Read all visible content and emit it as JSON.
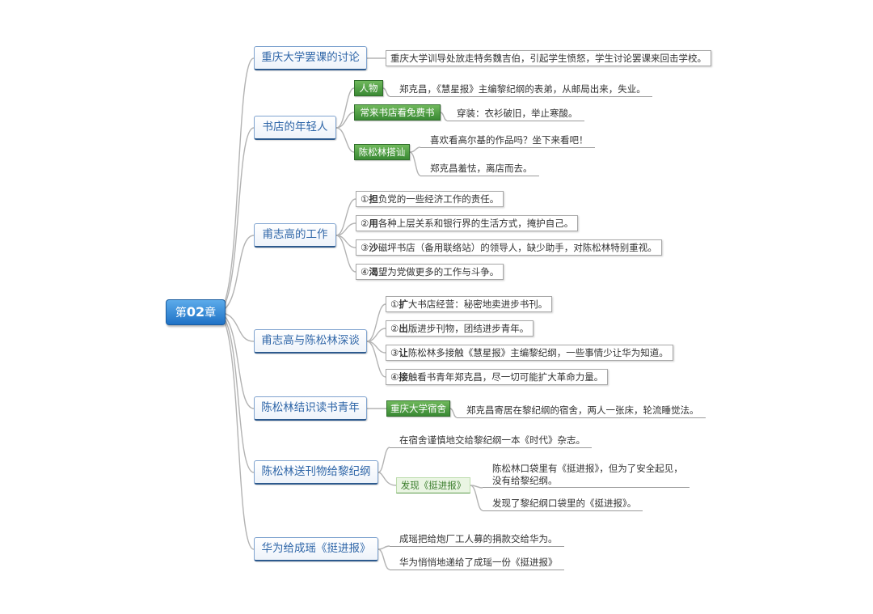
{
  "theme": {
    "root": "#1f72c6",
    "branch_text": "#2f66a8",
    "topic_green": "#3a8a34",
    "connector": "#b3b3b3"
  },
  "root": {
    "prefix": "第",
    "number": "02",
    "suffix": "章"
  },
  "branches": [
    {
      "label": "重庆大学罢课的讨论",
      "notes": [
        "重庆大学训导处放走特务魏吉伯，引起学生愤怒，学生讨论罢课来回击学校。"
      ]
    },
    {
      "label": "书店的年轻人",
      "topics": [
        {
          "label": "人物",
          "details": [
            "郑克昌，《慧星报》主编黎纪纲的表弟，从邮局出来，失业。"
          ]
        },
        {
          "label": "常来书店看免费书",
          "details": [
            "穿装：衣衫破旧，举止寒酸。"
          ]
        },
        {
          "label": "陈松林搭讪",
          "details": [
            "喜欢看高尔基的作品吗？坐下来看吧！",
            "郑克昌羞怯，离店而去。"
          ]
        }
      ]
    },
    {
      "label": "甫志高的工作",
      "items": [
        {
          "marker": "①",
          "lead": "担",
          "rest": "负党的一些经济工作的责任。"
        },
        {
          "marker": "②",
          "lead": "用",
          "rest": "各种上层关系和银行界的生活方式，掩护自己。"
        },
        {
          "marker": "③",
          "lead": "沙",
          "rest": "磁坪书店（备用联络站）的领导人，缺少助手，对陈松林特别重视。"
        },
        {
          "marker": "④",
          "lead": "渴",
          "rest": "望为党做更多的工作与斗争。"
        }
      ]
    },
    {
      "label": "甫志高与陈松林深谈",
      "items": [
        {
          "marker": "①",
          "lead": "扩",
          "rest": "大书店经营：秘密地卖进步书刊。"
        },
        {
          "marker": "②",
          "lead": "出",
          "rest": "版进步刊物，团结进步青年。"
        },
        {
          "marker": "③",
          "lead": "让",
          "rest": "陈松林多接触《慧星报》主编黎纪纲，一些事情少让华为知道。"
        },
        {
          "marker": "④",
          "lead": "接",
          "rest": "触看书青年郑克昌，尽一切可能扩大革命力量。"
        }
      ]
    },
    {
      "label": "陈松林结识读书青年",
      "topics": [
        {
          "label": "重庆大学宿舍",
          "details": [
            "郑克昌寄居在黎纪纲的宿舍，两人一张床，轮流睡觉法。"
          ]
        }
      ]
    },
    {
      "label": "陈松林送刊物给黎纪纲",
      "notes": [
        "在宿舍谨慎地交给黎纪纲一本《时代》杂志。"
      ],
      "topics": [
        {
          "label": "发现《挺进报》",
          "details": [
            {
              "lines": [
                "陈松林口袋里有《挺进报》，但为了安全起见，",
                "没有给黎纪纲。"
              ]
            },
            {
              "lines": [
                "发现了黎纪纲口袋里的《挺进报》。"
              ]
            }
          ]
        }
      ]
    },
    {
      "label": "华为给成瑶《挺进报》",
      "notes": [
        "成瑶把给炮厂工人募的捐款交给华为。",
        "华为悄悄地递给了成瑶一份《挺进报》"
      ]
    }
  ]
}
